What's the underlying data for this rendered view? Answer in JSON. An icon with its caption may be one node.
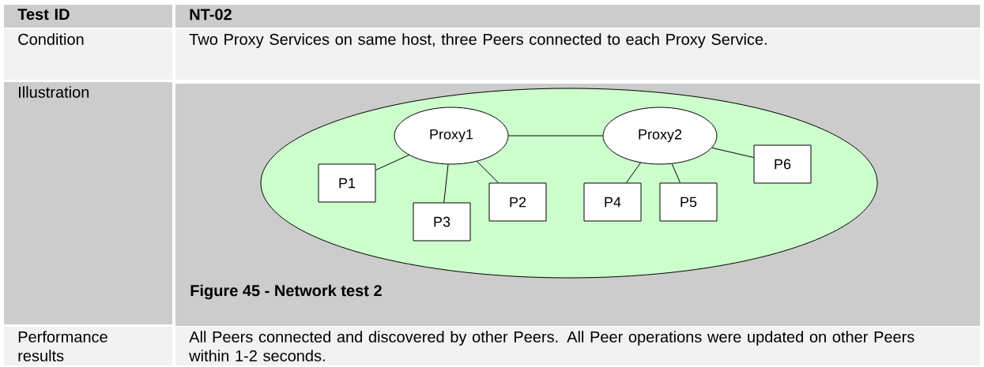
{
  "diagram": {
    "caption": "Figure 45 - Network test 2",
    "nodes": [
      {
        "text": [],
        "shape": "ellipse"
      },
      {
        "text": [
          "Proxy1"
        ],
        "in": 0
      },
      {
        "text": [
          "Proxy2"
        ],
        "in": 0
      },
      {
        "text": [
          "P1"
        ],
        "in": 0
      },
      {
        "text": [
          "P3"
        ],
        "in": 0
      },
      {
        "text": [
          "P2"
        ],
        "in": 0
      },
      {
        "text": [
          "P4"
        ],
        "in": 0
      },
      {
        "text": [
          "P5"
        ],
        "in": 0
      },
      {
        "text": [
          "P6"
        ],
        "in": 0
      }
    ],
    "edges": [
      {
        "from": 1,
        "to": 2,
        "arrow": "none"
      },
      {
        "from": 1,
        "to": 3,
        "arrow": "none"
      },
      {
        "from": 1,
        "to": 4,
        "arrow": "none"
      },
      {
        "from": 1,
        "to": 5,
        "arrow": "none"
      },
      {
        "from": 2,
        "to": 6,
        "arrow": "none"
      },
      {
        "from": 2,
        "to": 7,
        "arrow": "none"
      },
      {
        "from": 2,
        "to": 8,
        "arrow": "none"
      }
    ],
    "labels": [
      "Test ID",
      "NT-02",
      "Condition",
      "Two Proxy Services on same host, three Peers connected to each Proxy Service.",
      "Illustration",
      "Performance results",
      "All Peers connected and discovered by other Peers. All Peer operations were updated on other Peers within 1-2 seconds."
    ]
  }
}
